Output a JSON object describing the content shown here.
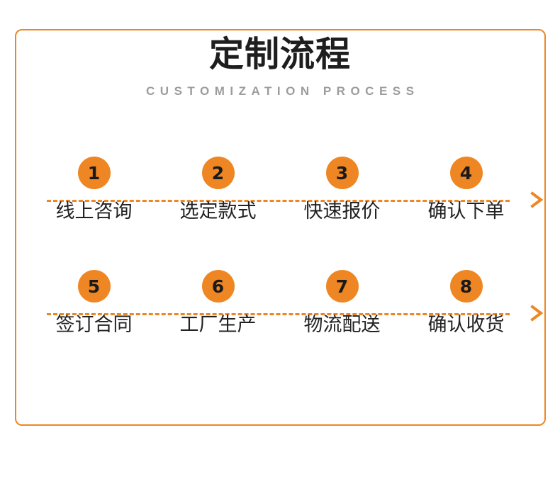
{
  "header": {
    "title": "定制流程",
    "subtitle": "CUSTOMIZATION PROCESS"
  },
  "colors": {
    "accent": "#EE8623",
    "title_text": "#1e1e1e",
    "subtitle_text": "#9c9c9c",
    "label_text": "#222222",
    "background": "#ffffff"
  },
  "rows": [
    {
      "steps": [
        {
          "number": "1",
          "label": "线上咨询"
        },
        {
          "number": "2",
          "label": "选定款式"
        },
        {
          "number": "3",
          "label": "快速报价"
        },
        {
          "number": "4",
          "label": "确认下单"
        }
      ],
      "arrow_icon": "arrow-right-icon"
    },
    {
      "steps": [
        {
          "number": "5",
          "label": "签订合同"
        },
        {
          "number": "6",
          "label": "工厂生产"
        },
        {
          "number": "7",
          "label": "物流配送"
        },
        {
          "number": "8",
          "label": "确认收货"
        }
      ],
      "arrow_icon": "arrow-right-icon"
    }
  ]
}
